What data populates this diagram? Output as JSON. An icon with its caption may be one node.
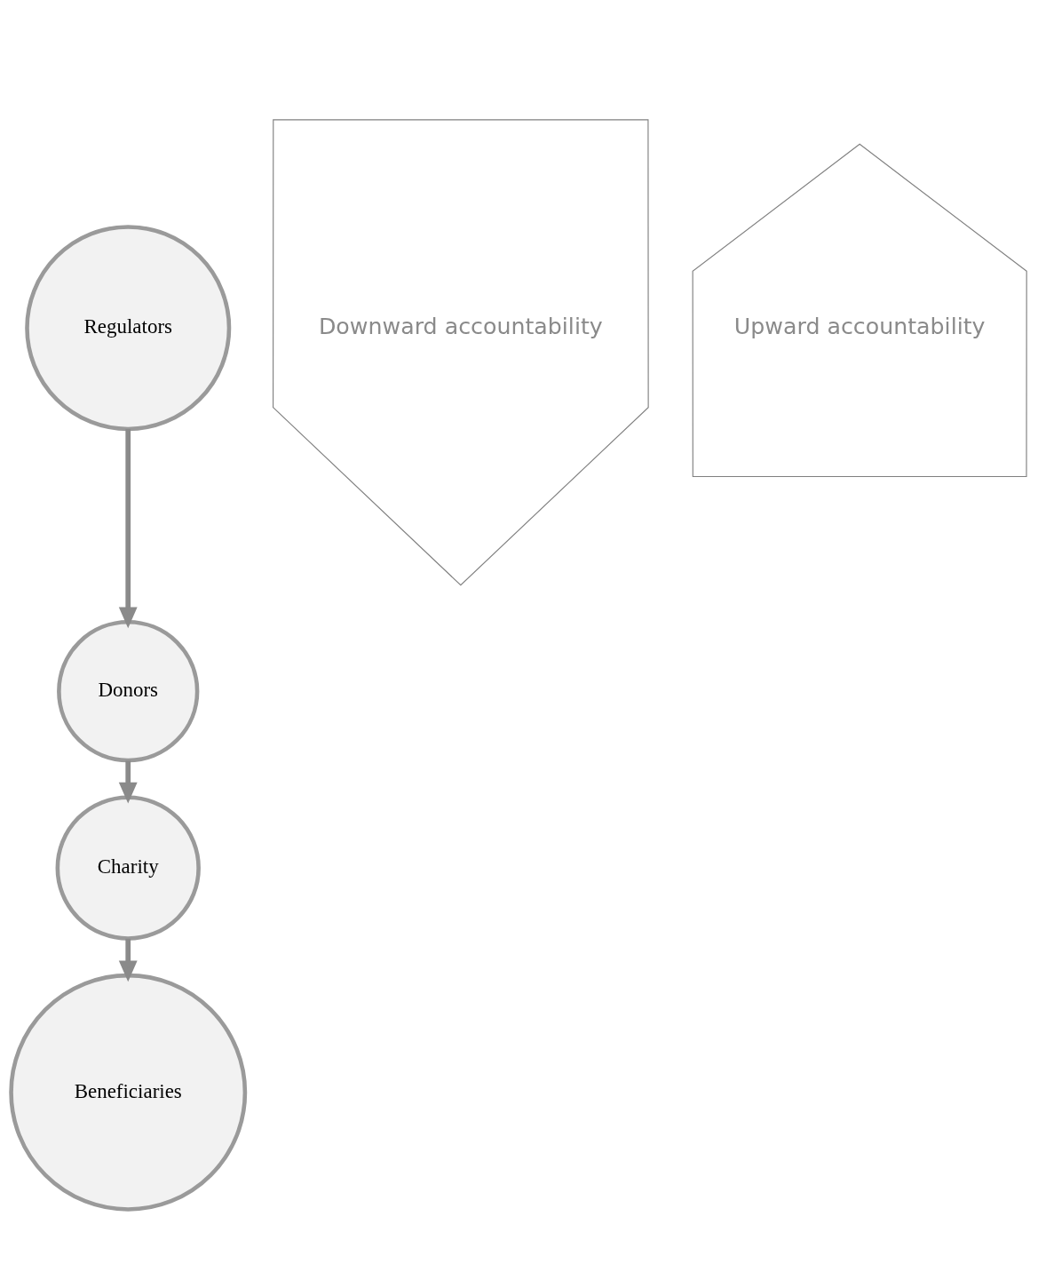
{
  "diagram": {
    "nodes": [
      {
        "text": [
          "Regulators"
        ]
      },
      {
        "text": [
          "Donors"
        ]
      },
      {
        "text": [
          "Charity"
        ]
      },
      {
        "text": [
          "Beneficiaries"
        ]
      },
      {
        "text": [
          "Downward accountability"
        ]
      },
      {
        "text": [
          "Upward accountability"
        ]
      }
    ],
    "edges": [
      {
        "from": 0,
        "to": 1,
        "arrow": "to"
      },
      {
        "from": 1,
        "to": 2,
        "arrow": "to"
      },
      {
        "from": 2,
        "to": 3,
        "arrow": "to"
      }
    ]
  }
}
